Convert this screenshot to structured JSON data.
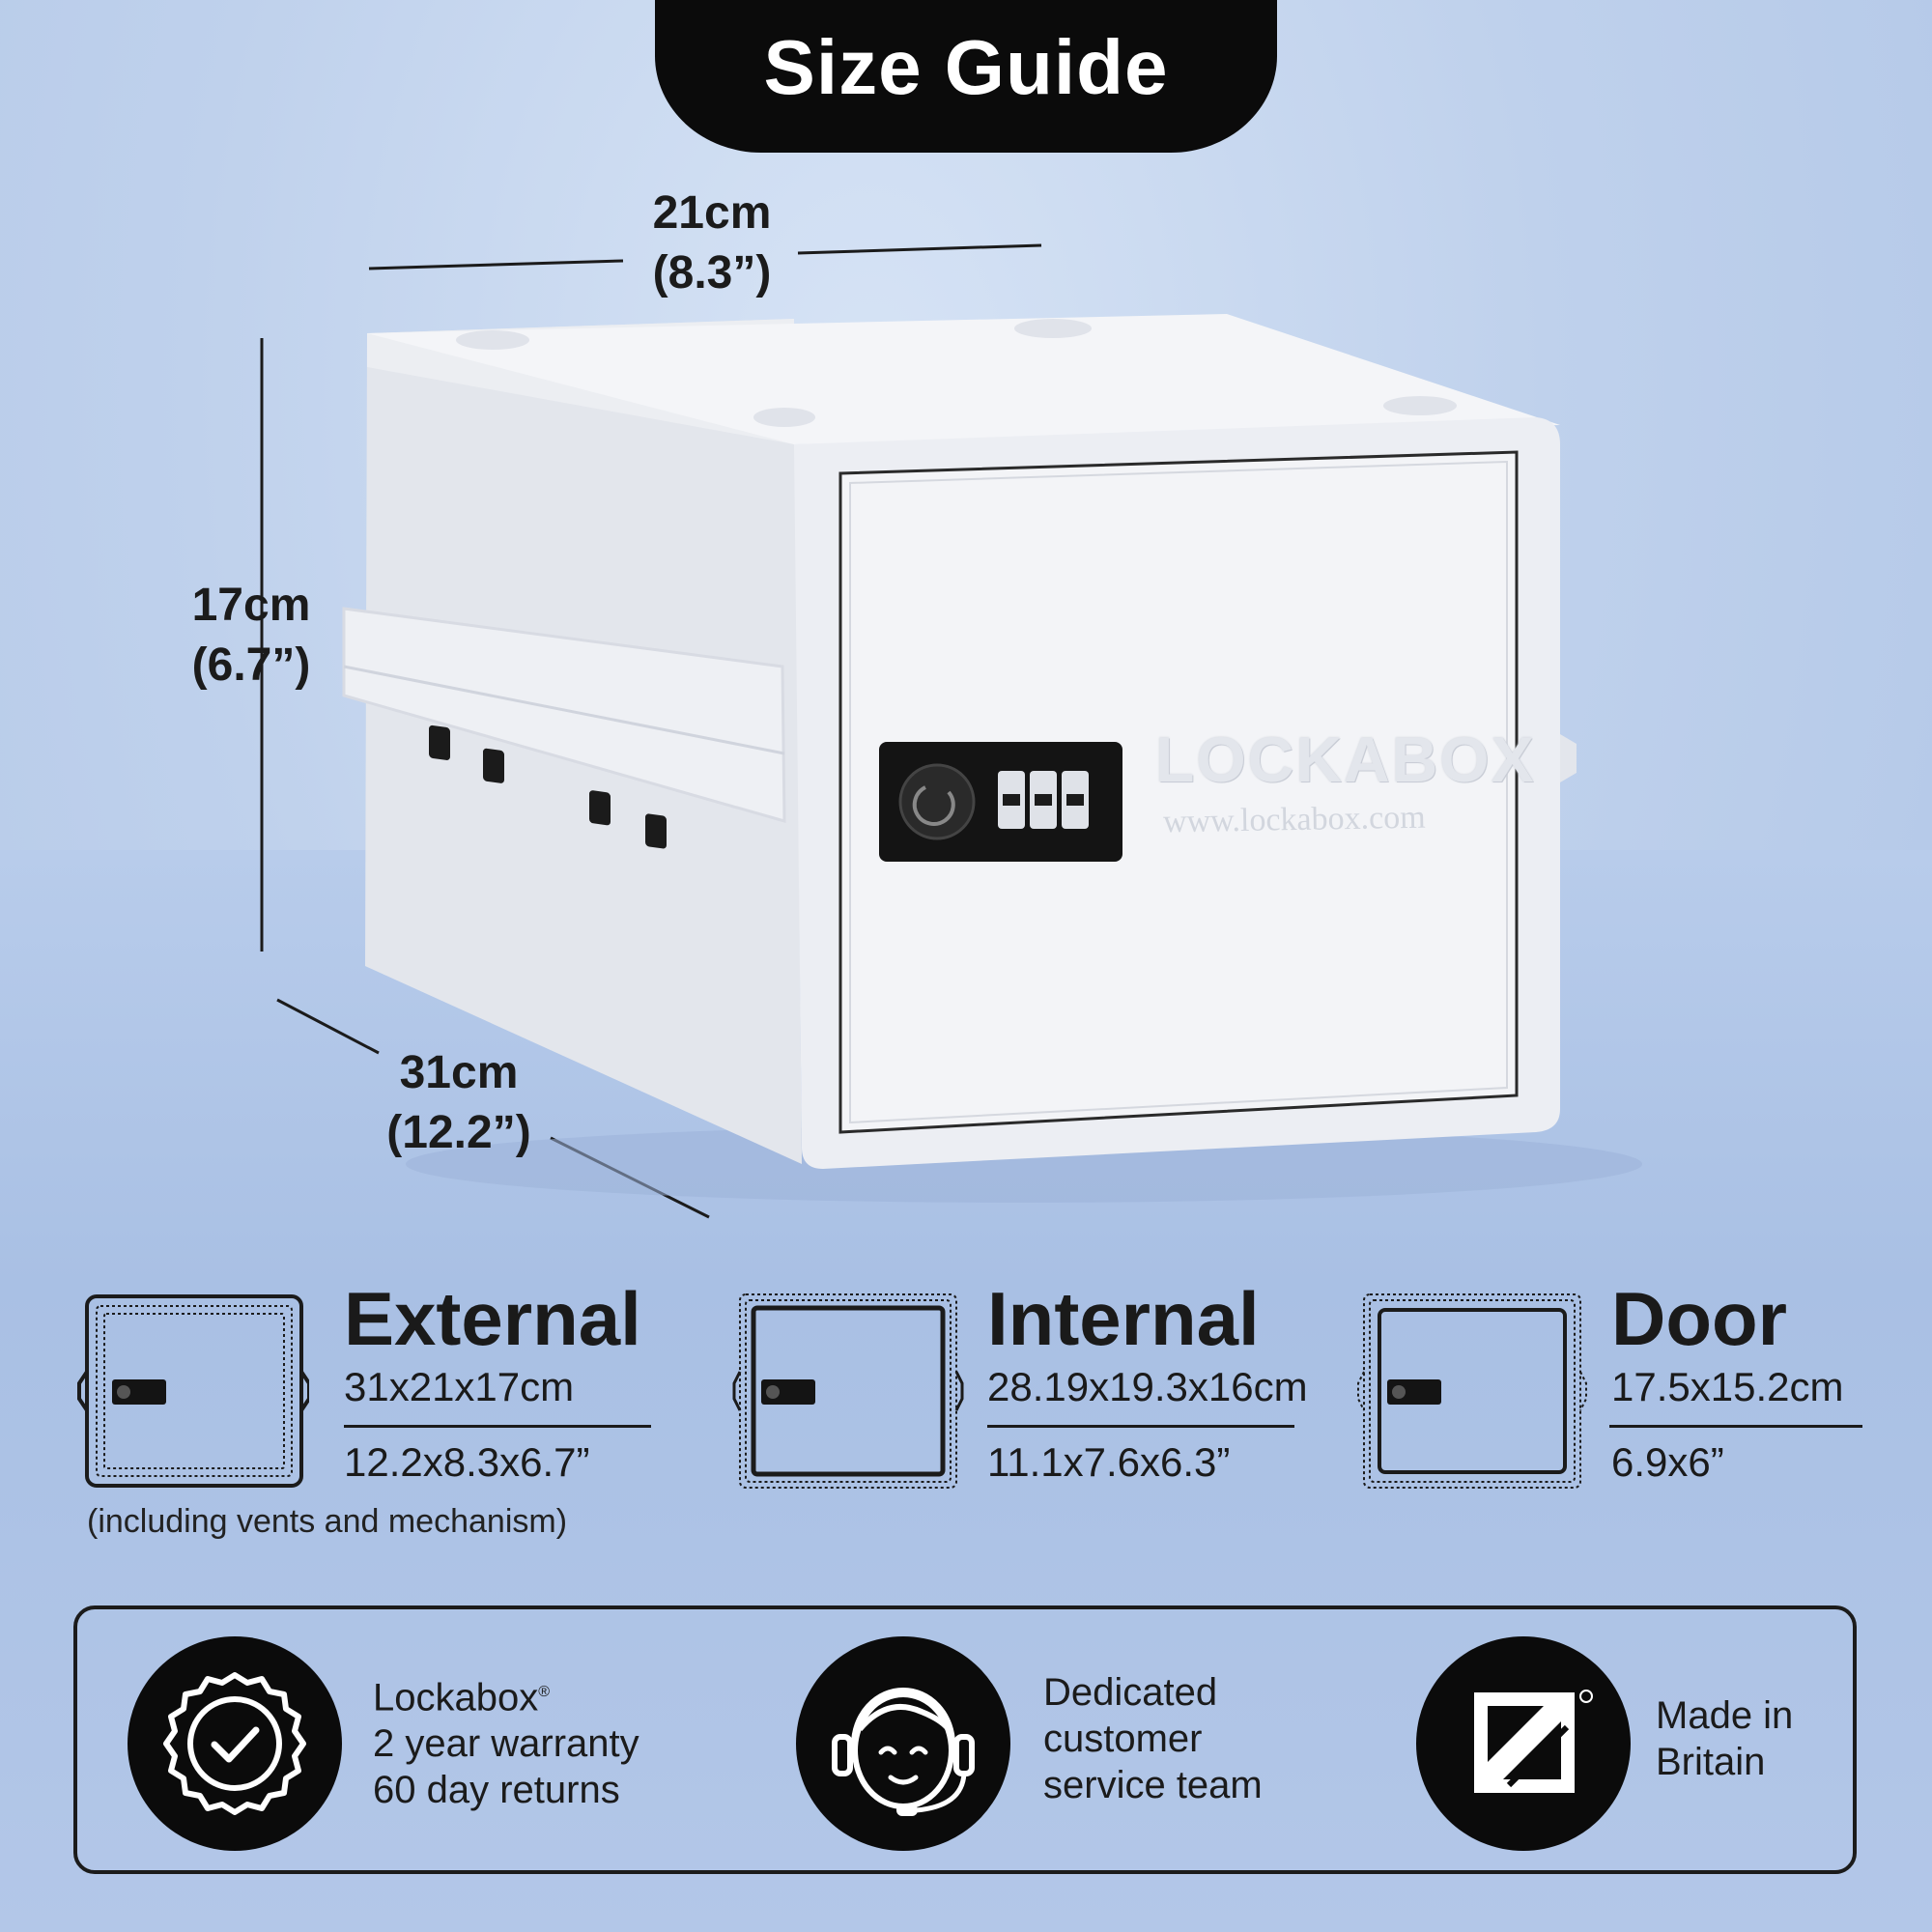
{
  "title": "Size Guide",
  "dimensions": {
    "width": {
      "cm": "21cm",
      "in": "(8.3”)"
    },
    "height": {
      "cm": "17cm",
      "in": "(6.7”)"
    },
    "depth": {
      "cm": "31cm",
      "in": "(12.2”)"
    }
  },
  "product": {
    "brand": "LOCKABOX",
    "url": "www.lockabox.com"
  },
  "specs": [
    {
      "name": "External",
      "metric": "31x21x17cm",
      "imperial": "12.2x8.3x6.7”"
    },
    {
      "name": "Internal",
      "metric": "28.19x19.3x16cm",
      "imperial": "11.1x7.6x6.3”"
    },
    {
      "name": "Door",
      "metric": "17.5x15.2cm",
      "imperial": "6.9x6”"
    }
  ],
  "external_note": "(including vents and mechanism)",
  "features": [
    {
      "icon": "warranty-badge-icon",
      "lines": [
        "Lockabox",
        "2 year warranty",
        "60 day returns"
      ]
    },
    {
      "icon": "customer-service-icon",
      "lines": [
        "Dedicated",
        "customer",
        "service team"
      ]
    },
    {
      "icon": "made-in-britain-icon",
      "lines": [
        "Made in",
        "Britain"
      ]
    }
  ],
  "colors": {
    "dark": "#0b0b0b",
    "background": "#bfd1ec",
    "box": "#eef0f4"
  }
}
